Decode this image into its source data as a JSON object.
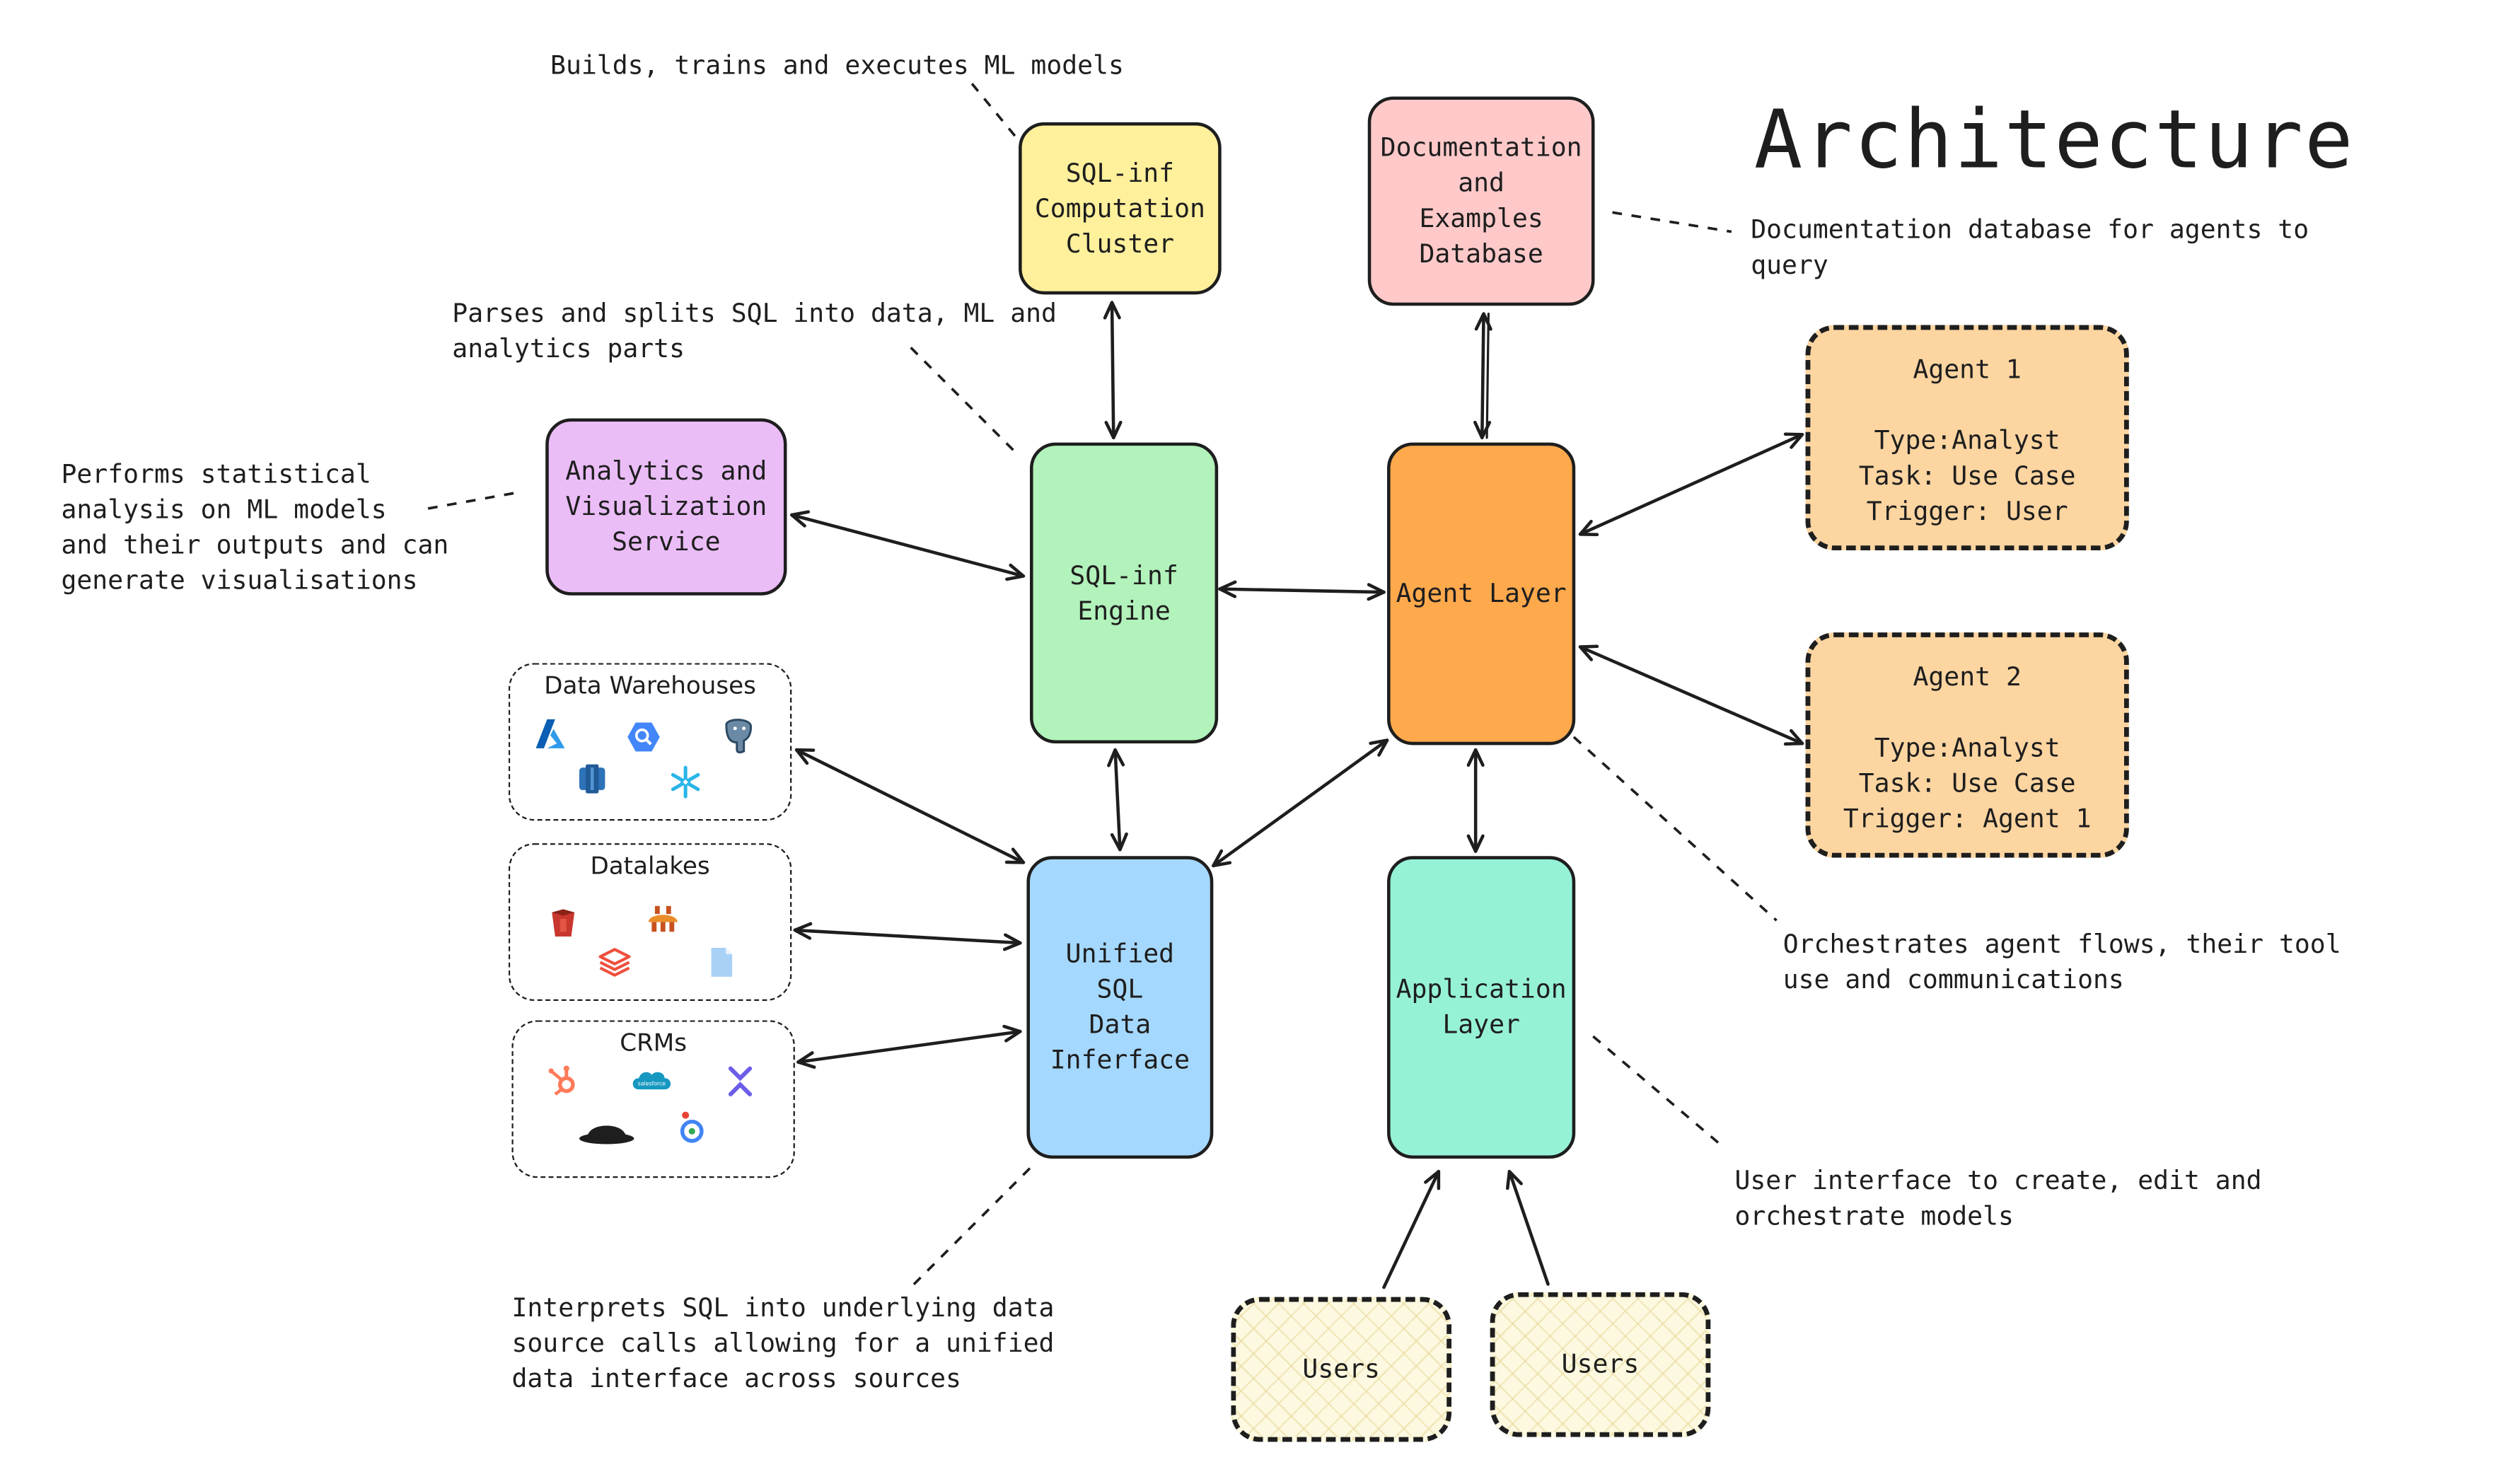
{
  "title": "Architecture",
  "nodes": {
    "computation_cluster": "SQL-inf\nComputation\nCluster",
    "docs_db": "Documentation\nand\nExamples\nDatabase",
    "analytics": "Analytics and\nVisualization\nService",
    "engine": "SQL-inf\nEngine",
    "agent_layer": "Agent Layer",
    "unified": "Unified\nSQL\nData\nInferface",
    "app_layer": "Application\nLayer",
    "agent1": "Agent 1\n\nType:Analyst\nTask: Use Case\nTrigger: User",
    "agent2": "Agent 2\n\nType:Analyst\nTask: Use Case\nTrigger: Agent 1",
    "users_left": "Users",
    "users_right": "Users"
  },
  "groups": {
    "warehouses": "Data Warehouses",
    "datalakes": "Datalakes",
    "crms": "CRMs"
  },
  "annotations": {
    "cluster": "Builds, trains and executes ML models",
    "docs": "Documentation database for agents to\nquery",
    "engine": "Parses and splits SQL into data, ML and\nanalytics parts",
    "analytics": "Performs statistical\nanalysis on ML models\nand their outputs and can\ngenerate visualisations",
    "agent": "Orchestrates agent flows, their tool\nuse and communications",
    "app": "User interface to create, edit and\norchestrate models",
    "unified": "Interprets SQL into underlying data\nsource calls allowing for a unified\ndata interface across sources"
  },
  "colors": {
    "stroke": "#1e1e1e",
    "cluster_fill": "#fff09c",
    "docs_fill": "#ffc9c9",
    "analytics_fill": "#ebbdf7",
    "engine_fill": "#b2f2bb",
    "agent_layer_fill": "#ffa94d",
    "unified_fill": "#a5d8ff",
    "app_fill": "#96f2d7",
    "agent_card_fill": "#fcd5a1",
    "users_fill": "#fdf9e1"
  },
  "icons": {
    "warehouses": [
      "azure-icon",
      "bigquery-icon",
      "postgres-icon",
      "redshift-icon",
      "snowflake-icon"
    ],
    "datalakes": [
      "s3-icon",
      "athena-icon",
      "databricks-icon",
      "file-icon"
    ],
    "crms": [
      "hubspot-icon",
      "salesforce-icon",
      "pipedrive-icon",
      "zendesk-icon",
      "looker-icon"
    ]
  }
}
